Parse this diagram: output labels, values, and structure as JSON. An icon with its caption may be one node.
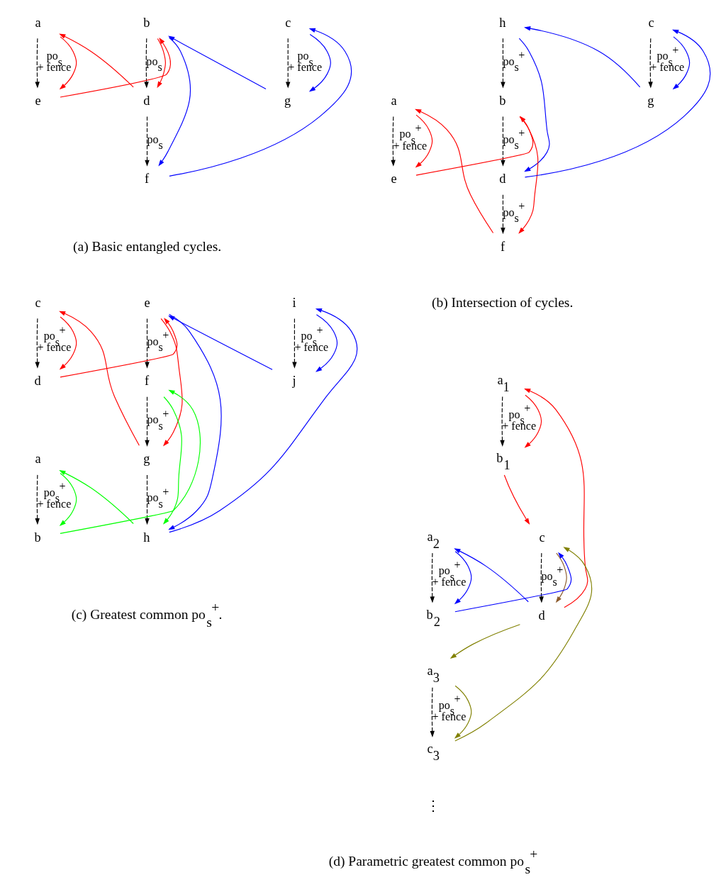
{
  "diagram": {
    "nodes": [
      {
        "text": [
          "a"
        ]
      },
      {
        "text": [
          "b"
        ]
      },
      {
        "text": [
          "c"
        ]
      },
      {
        "text": [
          "e"
        ]
      },
      {
        "text": [
          "d"
        ]
      },
      {
        "text": [
          "f"
        ]
      },
      {
        "text": [
          "g"
        ]
      },
      {
        "text": [
          "h"
        ]
      },
      {
        "text": [
          "c"
        ]
      },
      {
        "text": [
          "a"
        ]
      },
      {
        "text": [
          "b"
        ]
      },
      {
        "text": [
          "d"
        ]
      },
      {
        "text": [
          "g"
        ]
      },
      {
        "text": [
          "e"
        ]
      },
      {
        "text": [
          "f"
        ]
      },
      {
        "text": [
          "c"
        ]
      },
      {
        "text": [
          "e"
        ]
      },
      {
        "text": [
          "i"
        ]
      },
      {
        "text": [
          "d"
        ]
      },
      {
        "text": [
          "f"
        ]
      },
      {
        "text": [
          "g"
        ]
      },
      {
        "text": [
          "a"
        ]
      },
      {
        "text": [
          "b"
        ]
      },
      {
        "text": [
          "h"
        ]
      },
      {
        "text": [
          "j"
        ]
      },
      {
        "text": [
          "a$_{1}$"
        ]
      },
      {
        "text": [
          "b$_{1}$"
        ]
      },
      {
        "text": [
          "a$_{2}$"
        ]
      },
      {
        "text": [
          "c"
        ]
      },
      {
        "text": [
          "b$_{2}$"
        ]
      },
      {
        "text": [
          "d"
        ]
      },
      {
        "text": [
          "a$_{3}$"
        ]
      },
      {
        "text": [
          "c$_{3}$"
        ]
      }
    ],
    "edges": [
      {
        "from": 0,
        "to": 3,
        "arrow": "to",
        "style": "dashed",
        "label": "po$_{s}$ + fence"
      },
      {
        "from": 1,
        "to": 4,
        "arrow": "to",
        "style": "dashed",
        "label": "po$_{s}$"
      },
      {
        "from": 4,
        "to": 5,
        "arrow": "to",
        "style": "dashed",
        "label": "po$_{s}$"
      },
      {
        "from": 2,
        "to": 6,
        "arrow": "to",
        "style": "dashed",
        "label": "po$_{s}$ + fence"
      },
      {
        "from": 0,
        "to": 3,
        "arrow": "to",
        "color": "#ff0000"
      },
      {
        "from": 3,
        "to": 1,
        "arrow": "to",
        "color": "#ff0000"
      },
      {
        "from": 4,
        "to": 0,
        "arrow": "to",
        "color": "#ff0000"
      },
      {
        "from": 1,
        "to": 4,
        "arrow": "to",
        "color": "#ff0000"
      },
      {
        "from": 1,
        "to": 5,
        "arrow": "to",
        "color": "#0000ff"
      },
      {
        "from": 5,
        "to": 2,
        "arrow": "to",
        "color": "#0000ff"
      },
      {
        "from": 6,
        "to": 1,
        "arrow": "to",
        "color": "#0000ff"
      },
      {
        "from": 2,
        "to": 6,
        "arrow": "to",
        "color": "#0000ff"
      },
      {
        "from": 7,
        "to": 10,
        "arrow": "to",
        "style": "dashed",
        "label": "po$_{s}$$^{+}$"
      },
      {
        "from": 10,
        "to": 11,
        "arrow": "to",
        "style": "dashed",
        "label": "po$_{s}$$^{+}$"
      },
      {
        "from": 11,
        "to": 14,
        "arrow": "to",
        "style": "dashed",
        "label": "po$_{s}$$^{+}$"
      },
      {
        "from": 8,
        "to": 12,
        "arrow": "to",
        "style": "dashed",
        "label": "po$_{s}$$^{+}$ + fence"
      },
      {
        "from": 9,
        "to": 13,
        "arrow": "to",
        "style": "dashed",
        "label": "po$_{s}$$^{+}$ + fence"
      },
      {
        "from": 7,
        "to": 11,
        "arrow": "to",
        "color": "#0000ff"
      },
      {
        "from": 11,
        "to": 8,
        "arrow": "to",
        "color": "#0000ff"
      },
      {
        "from": 12,
        "to": 7,
        "arrow": "to",
        "color": "#0000ff"
      },
      {
        "from": 8,
        "to": 12,
        "arrow": "to",
        "color": "#0000ff"
      },
      {
        "from": 9,
        "to": 13,
        "arrow": "to",
        "color": "#ff0000"
      },
      {
        "from": 13,
        "to": 10,
        "arrow": "to",
        "color": "#ff0000"
      },
      {
        "from": 14,
        "to": 9,
        "arrow": "to",
        "color": "#ff0000"
      },
      {
        "from": 10,
        "to": 14,
        "arrow": "to",
        "color": "#ff0000"
      },
      {
        "from": 15,
        "to": 18,
        "arrow": "to",
        "style": "dashed",
        "label": "po$_{s}$$^{+}$ + fence"
      },
      {
        "from": 16,
        "to": 19,
        "arrow": "to",
        "style": "dashed",
        "label": "po$_{s}$$^{+}$"
      },
      {
        "from": 19,
        "to": 20,
        "arrow": "to",
        "style": "dashed",
        "label": "po$_{s}$$^{+}$"
      },
      {
        "from": 20,
        "to": 23,
        "arrow": "to",
        "style": "dashed",
        "label": "po$_{s}$$^{+}$"
      },
      {
        "from": 17,
        "to": 24,
        "arrow": "to",
        "style": "dashed",
        "label": "po$_{s}$$^{+}$ + fence"
      },
      {
        "from": 21,
        "to": 22,
        "arrow": "to",
        "style": "dashed",
        "label": "po$_{s}$$^{+}$ + fence"
      },
      {
        "from": 15,
        "to": 18,
        "arrow": "to",
        "color": "#ff0000"
      },
      {
        "from": 18,
        "to": 16,
        "arrow": "to",
        "color": "#ff0000"
      },
      {
        "from": 20,
        "to": 15,
        "arrow": "to",
        "color": "#ff0000"
      },
      {
        "from": 16,
        "to": 20,
        "arrow": "to",
        "color": "#ff0000"
      },
      {
        "from": 16,
        "to": 23,
        "arrow": "to",
        "color": "#0000ff"
      },
      {
        "from": 23,
        "to": 17,
        "arrow": "to",
        "color": "#0000ff"
      },
      {
        "from": 24,
        "to": 16,
        "arrow": "to",
        "color": "#0000ff"
      },
      {
        "from": 17,
        "to": 24,
        "arrow": "to",
        "color": "#0000ff"
      },
      {
        "from": 21,
        "to": 22,
        "arrow": "to",
        "color": "#00ff00"
      },
      {
        "from": 22,
        "to": 19,
        "arrow": "to",
        "color": "#00ff00"
      },
      {
        "from": 23,
        "to": 21,
        "arrow": "to",
        "color": "#00ff00"
      },
      {
        "from": 19,
        "to": 23,
        "arrow": "to",
        "color": "#00ff00"
      },
      {
        "from": 25,
        "to": 26,
        "arrow": "to",
        "style": "dashed",
        "label": "po$_{s}$$^{+}$ + fence"
      },
      {
        "from": 27,
        "to": 29,
        "arrow": "to",
        "style": "dashed",
        "label": "po$_{s}$$^{+}$ + fence"
      },
      {
        "from": 28,
        "to": 30,
        "arrow": "to",
        "style": "dashed",
        "label": "po$_{s}$$^{+}$"
      },
      {
        "from": 31,
        "to": 32,
        "arrow": "to",
        "style": "dashed",
        "label": "po$_{s}$$^{+}$ + fence"
      },
      {
        "from": 25,
        "to": 26,
        "arrow": "to",
        "color": "#ff0000"
      },
      {
        "from": 26,
        "to": 28,
        "arrow": "to",
        "color": "#ff0000"
      },
      {
        "from": 30,
        "to": 25,
        "arrow": "to",
        "color": "#ff0000"
      },
      {
        "from": 27,
        "to": 29,
        "arrow": "to",
        "color": "#0000ff"
      },
      {
        "from": 29,
        "to": 28,
        "arrow": "to",
        "color": "#0000ff"
      },
      {
        "from": 30,
        "to": 27,
        "arrow": "to",
        "color": "#0000ff"
      },
      {
        "from": 31,
        "to": 32,
        "arrow": "to",
        "color": "#808000"
      },
      {
        "from": 32,
        "to": 28,
        "arrow": "to",
        "color": "#808000"
      },
      {
        "from": 30,
        "to": 31,
        "arrow": "to",
        "color": "#808000"
      },
      {
        "from": 28,
        "to": 30,
        "arrow": "to",
        "color": "#8b5a2b"
      }
    ],
    "labels": [
      "(a) Basic entangled cycles.",
      "(b) Intersection of cycles.",
      "(c) Greatest common po$_{s}$$^{+}$.",
      "⋮",
      "(d) Parametric greatest common po$_{s}$$^{+}$"
    ]
  }
}
